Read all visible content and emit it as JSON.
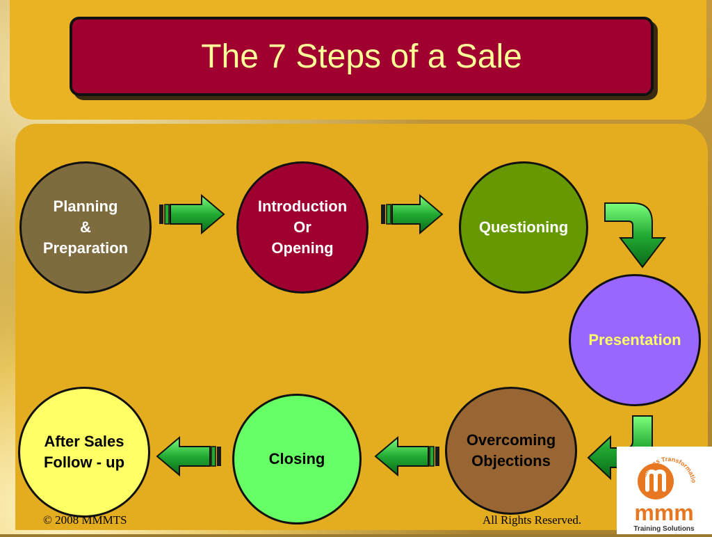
{
  "title": "The 7 Steps of a Sale",
  "steps": [
    {
      "label": "Planning\n&\nPreparation",
      "fill": "#7e6b3e",
      "text_color": "#ffffff"
    },
    {
      "label": "Introduction\nOr\nOpening",
      "fill": "#a00030",
      "text_color": "#ffffff"
    },
    {
      "label": "Questioning",
      "fill": "#669900",
      "text_color": "#ffffff"
    },
    {
      "label": "Presentation",
      "fill": "#9966ff",
      "text_color": "#ffff66"
    },
    {
      "label": "Overcoming\nObjections",
      "fill": "#996633",
      "text_color": "#000000"
    },
    {
      "label": "Closing",
      "fill": "#66ff66",
      "text_color": "#000000"
    },
    {
      "label": "After Sales\nFollow - up",
      "fill": "#ffff66",
      "text_color": "#000000"
    }
  ],
  "arrow_color": "#22aa33",
  "footer": {
    "copyright": "© 2008 MMMTS",
    "rights": "All Rights Reserved."
  },
  "logo": {
    "ring_text": "Seamless Transformation",
    "wordmark": "mmm",
    "tagline": "Training Solutions",
    "color": "#e87722"
  }
}
